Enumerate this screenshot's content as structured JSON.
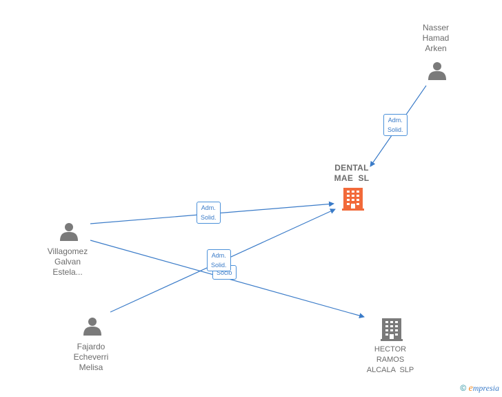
{
  "nodes": {
    "nasser": {
      "lines": [
        "Nasser",
        "Hamad",
        "Arken"
      ],
      "type": "person"
    },
    "dental": {
      "lines": [
        "DENTAL",
        "MAE  SL"
      ],
      "type": "company",
      "color": "#f26a3a"
    },
    "villagomez": {
      "lines": [
        "Villagomez",
        "Galvan",
        "Estela..."
      ],
      "type": "person"
    },
    "fajardo": {
      "lines": [
        "Fajardo",
        "Echeverri",
        "Melisa"
      ],
      "type": "person"
    },
    "hector": {
      "lines": [
        "HECTOR",
        "RAMOS",
        "ALCALA  SLP"
      ],
      "type": "company",
      "color": "#7a7a7a"
    }
  },
  "edges": {
    "nasser_dental": {
      "lines": [
        "Adm.",
        "Solid."
      ]
    },
    "villagomez_dental": {
      "lines": [
        "Adm.",
        "Solid."
      ]
    },
    "fajardo_dental": {
      "lines": [
        "Adm.",
        "Solid."
      ]
    },
    "villagomez_hector": {
      "lines": [
        "Socio"
      ]
    }
  },
  "colors": {
    "edge": "#3a7bc8",
    "person_icon": "#7a7a7a"
  },
  "watermark": {
    "symbol": "©",
    "brand_initial": "e",
    "brand_rest": "mpresia"
  }
}
